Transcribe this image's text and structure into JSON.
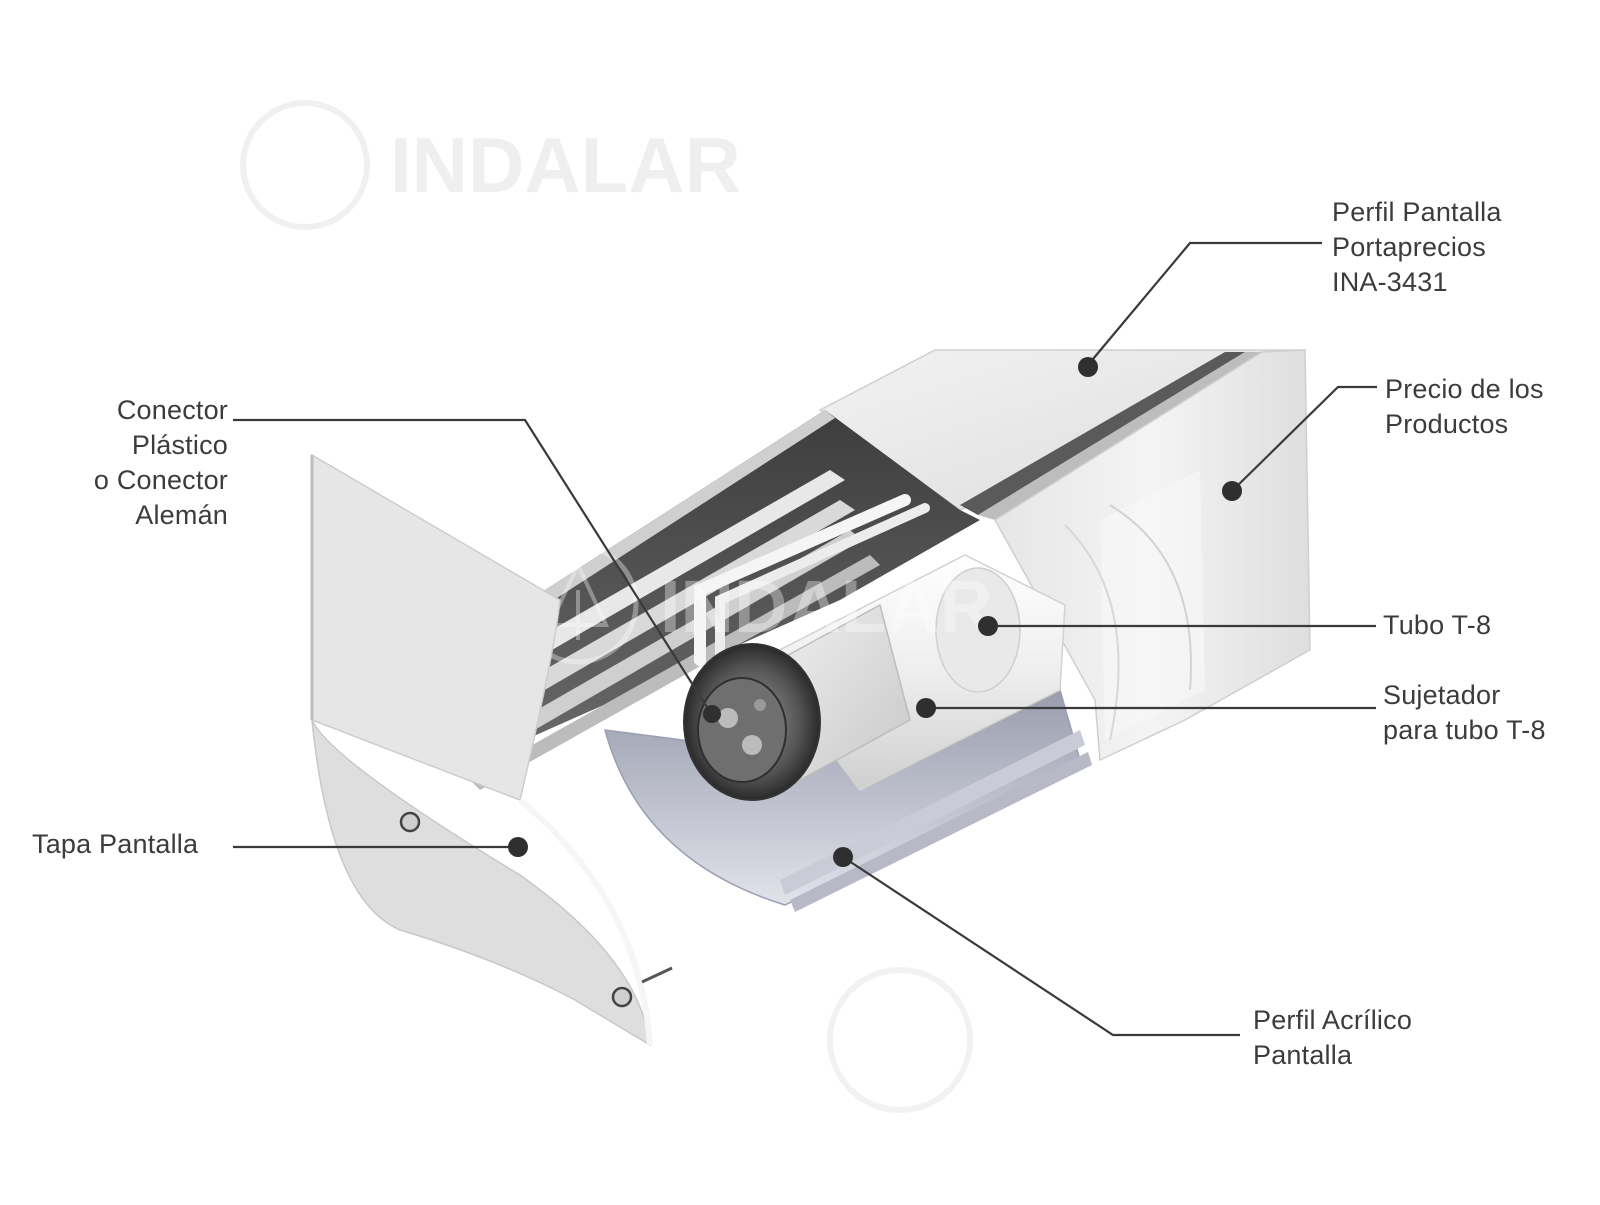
{
  "watermark": {
    "brand": "INDALAR"
  },
  "labels": {
    "perfil_pantalla": [
      "Perfil Pantalla",
      "Portaprecios",
      "INA-3431"
    ],
    "precio_productos": [
      "Precio de los",
      "Productos"
    ],
    "conector": [
      "Conector",
      "Plástico",
      "o Conector",
      "Alemán"
    ],
    "tubo": [
      "Tubo T-8"
    ],
    "sujetador": [
      "Sujetador",
      "para tubo T-8"
    ],
    "tapa": [
      "Tapa Pantalla"
    ],
    "perfil_acrilico": [
      "Perfil Acrílico",
      "Pantalla"
    ]
  },
  "colors": {
    "text": "#3c3c3c",
    "leader": "#3a3a3a",
    "metal_light": "#efefef",
    "metal_mid": "#d6d6d6",
    "metal_dark": "#4a4a4a",
    "acrylic": "#b9bcc9"
  }
}
